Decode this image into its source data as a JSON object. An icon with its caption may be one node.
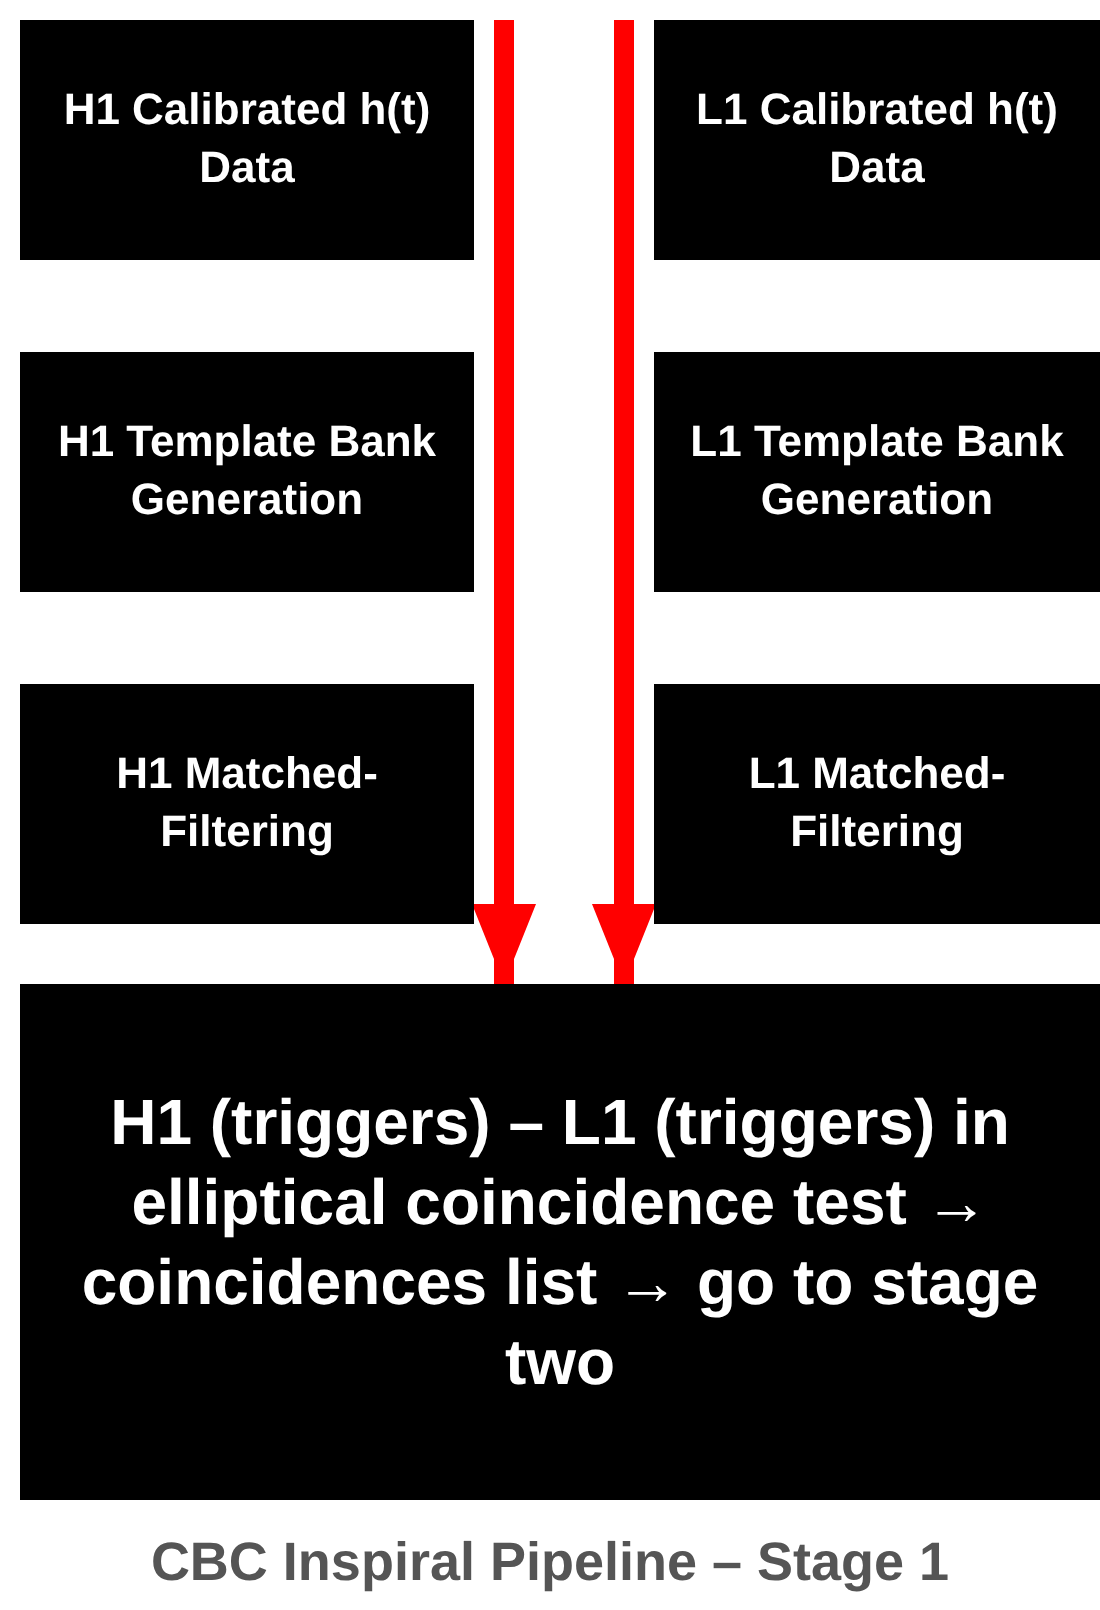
{
  "diagram": {
    "caption": "CBC Inspiral Pipeline – Stage 1",
    "nodes": [
      {
        "text": [
          "H1 Calibrated h(t) Data"
        ]
      },
      {
        "text": [
          "L1 Calibrated h(t) Data"
        ]
      },
      {
        "text": [
          "H1 Template Bank Generation"
        ]
      },
      {
        "text": [
          "L1 Template Bank Generation"
        ]
      },
      {
        "text": [
          "H1 Matched-Filtering"
        ]
      },
      {
        "text": [
          "L1 Matched-Filtering"
        ]
      },
      {
        "text": [
          "H1 (triggers) – L1 (triggers) in elliptical coincidence test → coincidences list → go to stage two"
        ]
      }
    ],
    "edges": [
      {
        "from": null,
        "to": 6,
        "arrow": "to"
      },
      {
        "from": null,
        "to": 6,
        "arrow": "to"
      }
    ]
  }
}
